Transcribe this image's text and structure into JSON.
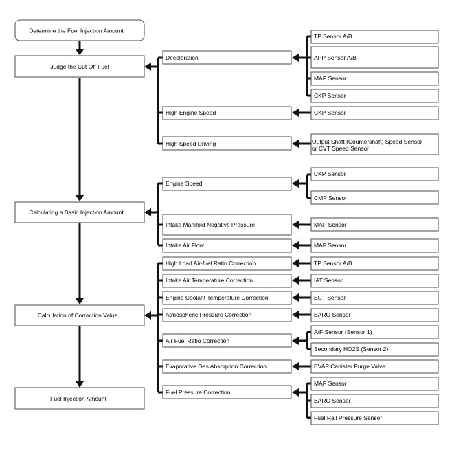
{
  "main_steps": {
    "determine": "Determine the Fuel Injection Amount",
    "judge_cutoff": "Judge the Cut Off Fuel",
    "basic_injection": "Calculating a Basic Injection Amount",
    "correction": "Calculation of Correction Value",
    "injection_amount": "Fuel Injection Amount"
  },
  "conditions": {
    "deceleration": "Deceleration",
    "high_engine_speed": "High Engine Speed",
    "high_speed_driving": "High Speed Driving",
    "engine_speed": "Engine Speed",
    "intake_manifold_pressure": "Intake Manifold Negative Pressure",
    "intake_air_flow": "Intake Air Flow",
    "high_load_afr": "High Load Air-fuel Ratio Correction",
    "intake_air_temp": "Intake Air Temperature Correction",
    "coolant_temp": "Engine Coolant Temperature Correction",
    "atmospheric_pressure": "Atmospheric Pressure Correction",
    "air_fuel_ratio": "Air Fuel Ratio Correction",
    "evap_gas": "Evaporative Gas Absorption Correction",
    "fuel_pressure": "Fuel Pressure Correction"
  },
  "sensors": {
    "decel_tp": "TP Sensor A/B",
    "decel_app": "APP Sensor A/B",
    "decel_map": "MAP Sensor",
    "decel_ckp": "CKP Sensor",
    "hes_ckp": "CKP Sensor",
    "hsd_output_line1": "Output Shaft (Countershaft) Speed Sensor",
    "hsd_output_line2": "or CVT Speed Sensor",
    "es_ckp": "CKP Sensor",
    "es_cmp": "CMP Sensor",
    "imp_map": "MAP Sensor",
    "iaf_maf": "MAF Sensor",
    "hl_tp": "TP Sensor A/B",
    "iat": "IAT Sensor",
    "ect": "ECT Sensor",
    "baro": "BARO Sensor",
    "af_sensor": "A/F Sensor (Sensor 1)",
    "secondary_ho2s": "Secondary HO2S (Sensor 2)",
    "evap_valve": "EVAP Canister Purge Valve",
    "fp_map": "MAP Sensor",
    "fp_baro": "BARO Sensor",
    "fp_rail": "Fuel Rail Pressure Sensor"
  }
}
